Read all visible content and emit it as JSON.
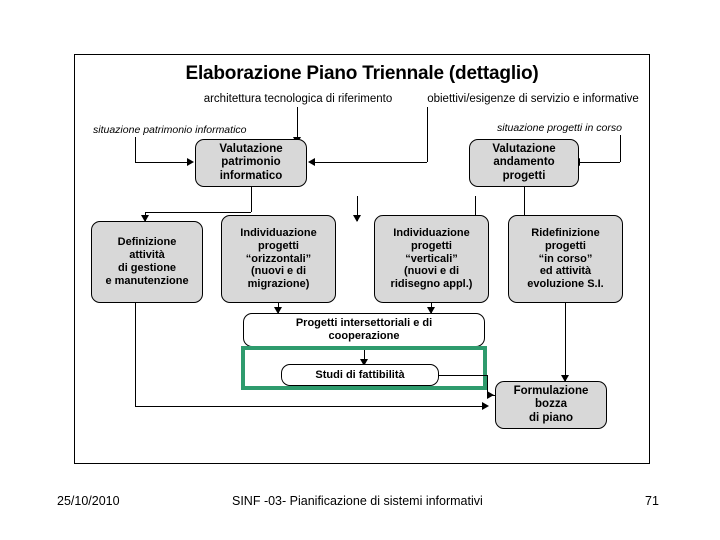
{
  "slide": {
    "title": "Elaborazione Piano Triennale (dettaglio)",
    "subheads": [
      {
        "text": "architettura tecnologica di riferimento"
      },
      {
        "text": "obiettivi/esigenze di servizio e informative"
      }
    ],
    "small_labels": [
      {
        "text": "situazione patrimonio informatico"
      },
      {
        "text": "situazione progetti in corso"
      }
    ],
    "nodes": [
      {
        "id": "valutazione-patrimonio",
        "lines": [
          "Valutazione",
          "patrimonio",
          "informatico"
        ]
      },
      {
        "id": "valutazione-progetti",
        "lines": [
          "Valutazione",
          "andamento",
          "progetti"
        ]
      },
      {
        "id": "definizione-attivita",
        "lines": [
          "Definizione",
          "attività",
          "di gestione",
          "e manutenzione"
        ]
      },
      {
        "id": "progetti-orizzontali",
        "lines": [
          "Individuazione",
          "progetti",
          "“orizzontali”",
          "(nuovi e di",
          "migrazione)"
        ]
      },
      {
        "id": "progetti-verticali",
        "lines": [
          "Individuazione",
          "progetti",
          "“verticali”",
          "(nuovi e di",
          "ridisegno appl.)"
        ]
      },
      {
        "id": "ridefinizione-progetti",
        "lines": [
          "Ridefinizione",
          "progetti",
          "“in corso”",
          "ed attività",
          "evoluzione S.I."
        ]
      },
      {
        "id": "progetti-intersettoriali",
        "lines": [
          "Progetti intersettoriali e  di",
          "cooperazione"
        ]
      },
      {
        "id": "studi-fattibilita",
        "lines": [
          "Studi di fattibilità"
        ]
      },
      {
        "id": "formulazione-bozza",
        "lines": [
          "Formulazione",
          "bozza",
          "di piano"
        ]
      }
    ],
    "highlight_color": "#2e9b6d"
  },
  "footer": {
    "date": "25/10/2010",
    "center": "SINF -03- Pianificazione di sistemi informativi",
    "page": "71"
  }
}
